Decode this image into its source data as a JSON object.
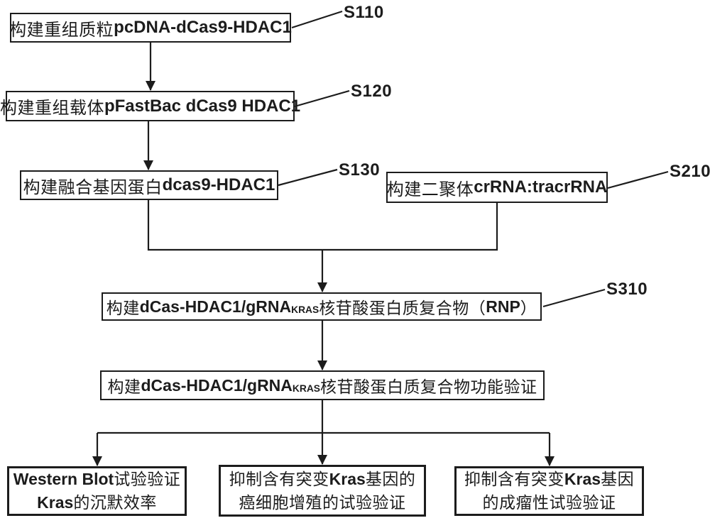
{
  "colors": {
    "background": "#ffffff",
    "line": "#1c1c1c",
    "text": "#1c1c1c",
    "box_fill": "#ffffff"
  },
  "nodes": [
    {
      "id": "build-recombinant-plasmid",
      "parts": [
        {
          "text": "构建重组质粒"
        },
        {
          "text": "pcDNA-dCas9-HDAC1"
        }
      ]
    },
    {
      "id": "build-recombinant-vector",
      "parts": [
        {
          "text": "构建重组载体"
        },
        {
          "text": "pFastBac dCas9 HDAC1"
        }
      ]
    },
    {
      "id": "build-fusion-gene-protein",
      "parts": [
        {
          "text": "构建融合基因蛋白"
        },
        {
          "text": "dcas9-HDAC1"
        }
      ]
    },
    {
      "id": "build-dimer",
      "parts": [
        {
          "text": "构建二聚体"
        },
        {
          "text": "crRNA:tracrRNA"
        }
      ]
    },
    {
      "id": "build-rnp-complex",
      "parts": [
        {
          "text": "构建"
        },
        {
          "text": "dCas-HDAC1/gRNA"
        },
        {
          "text": "KRAS"
        },
        {
          "text": "核苷酸蛋白质复合物（"
        },
        {
          "text": "RNP"
        },
        {
          "text": "）"
        }
      ]
    },
    {
      "id": "rnp-function-verification",
      "parts": [
        {
          "text": "构建"
        },
        {
          "text": "dCas-HDAC1/gRNA"
        },
        {
          "text": "KRAS"
        },
        {
          "text": "核苷酸蛋白质复合物功能验证"
        }
      ]
    },
    {
      "id": "western-blot-verification",
      "lines": [
        [
          {
            "text": "Western Blot"
          },
          {
            "text": "试验验证"
          }
        ],
        [
          {
            "text": "Kras"
          },
          {
            "text": "的沉默效率"
          }
        ]
      ]
    },
    {
      "id": "proliferation-inhibition-verification",
      "lines": [
        [
          {
            "text": "抑制含有突变"
          },
          {
            "text": "Kras"
          },
          {
            "text": "基因的"
          }
        ],
        [
          {
            "text": "癌细胞增殖的试验验证"
          }
        ]
      ]
    },
    {
      "id": "tumorigenicity-inhibition-verification",
      "lines": [
        [
          {
            "text": "抑制含有突变"
          },
          {
            "text": "Kras"
          },
          {
            "text": "基因"
          }
        ],
        [
          {
            "text": "的成瘤性试验验证"
          }
        ]
      ]
    }
  ],
  "step_labels": [
    {
      "text": "S110"
    },
    {
      "text": "S120"
    },
    {
      "text": "S130"
    },
    {
      "text": "S210"
    },
    {
      "text": "S310"
    }
  ]
}
